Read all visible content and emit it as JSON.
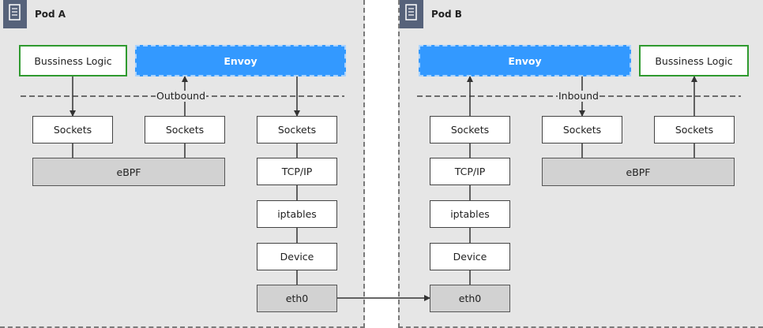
{
  "pod_a": {
    "title": "Pod A",
    "logic": "Bussiness Logic",
    "envoy": "Envoy",
    "direction_label": "Outbound",
    "sockets": [
      "Sockets",
      "Sockets",
      "Sockets"
    ],
    "ebpf": "eBPF",
    "stack": [
      "TCP/IP",
      "iptables",
      "Device"
    ],
    "nic": "eth0"
  },
  "pod_b": {
    "title": "Pod B",
    "envoy": "Envoy",
    "logic": "Bussiness Logic",
    "direction_label": "Inbound",
    "sockets": [
      "Sockets",
      "Sockets",
      "Sockets"
    ],
    "ebpf": "eBPF",
    "stack": [
      "TCP/IP",
      "iptables",
      "Device"
    ],
    "nic": "eth0"
  },
  "colors": {
    "envoy": "#3399ff",
    "logic_border": "#2f9a2f",
    "pod_background": "#e6e6e6",
    "ebpf_fill": "#d2d2d2"
  }
}
